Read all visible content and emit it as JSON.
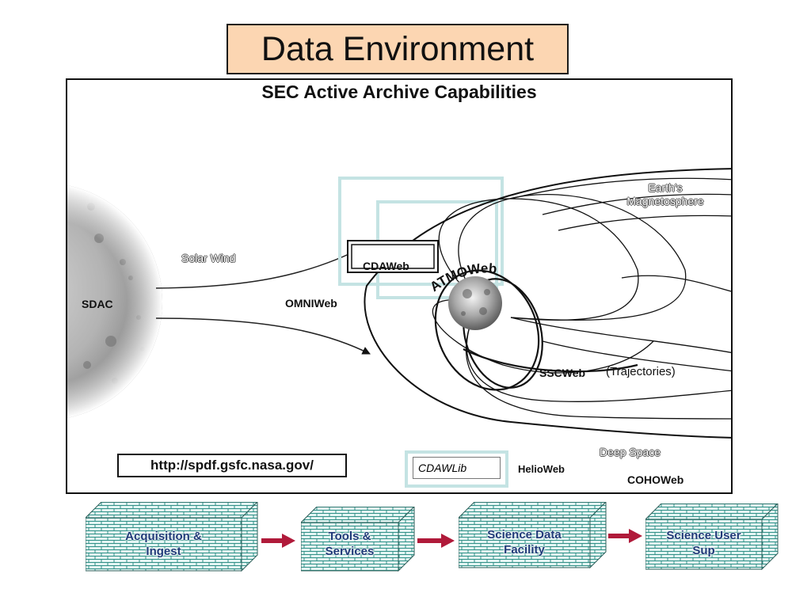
{
  "slide": {
    "title": "Data Environment"
  },
  "diagram": {
    "heading": "SEC Active Archive Capabilities",
    "labels": {
      "solar_wind": "Solar Wind",
      "sdac": "SDAC",
      "omniweb": "OMNIWeb",
      "cdaweb": "CDAWeb",
      "atmoweb": "ATMOWeb",
      "earths_magnetosphere_line1": "Earth’s",
      "earths_magnetosphere_line2": "Magnetosphere",
      "sscweb": "SSCWeb",
      "trajectories": "(Trajectories)",
      "deep_space": "Deep Space",
      "cohoweb": "COHOWeb",
      "helioweb": "HelioWeb",
      "cdawlib": "CDAWLib"
    },
    "url": "http://spdf.gsfc.nasa.gov/"
  },
  "flow": {
    "boxes": [
      {
        "line1": "Acquisition &",
        "line2": "Ingest"
      },
      {
        "line1": "Tools &",
        "line2": "Services"
      },
      {
        "line1": "Science Data",
        "line2": "Facility"
      },
      {
        "line1": "Science User",
        "line2": "Sup"
      }
    ],
    "colors": {
      "brick_face": "#e4f6f4",
      "brick_line": "#2f8f86",
      "text": "#1f3a78",
      "arrow": "#b01a3a"
    }
  }
}
